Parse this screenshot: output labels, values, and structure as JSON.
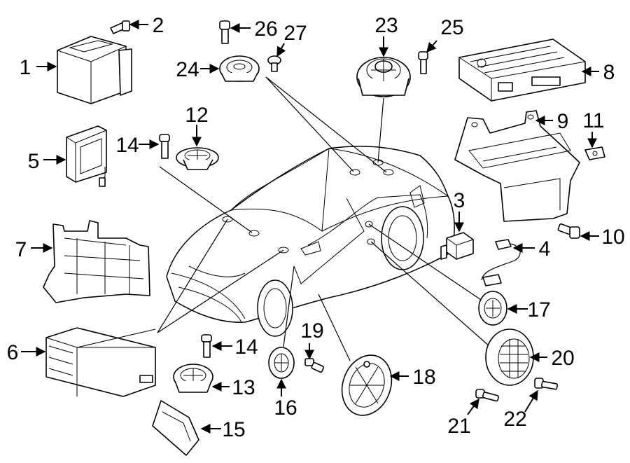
{
  "diagram": {
    "callouts": [
      "1",
      "2",
      "3",
      "4",
      "5",
      "6",
      "7",
      "8",
      "9",
      "10",
      "11",
      "12",
      "13",
      "14",
      "14",
      "15",
      "16",
      "17",
      "18",
      "19",
      "20",
      "21",
      "22",
      "23",
      "24",
      "25",
      "26",
      "27"
    ]
  }
}
